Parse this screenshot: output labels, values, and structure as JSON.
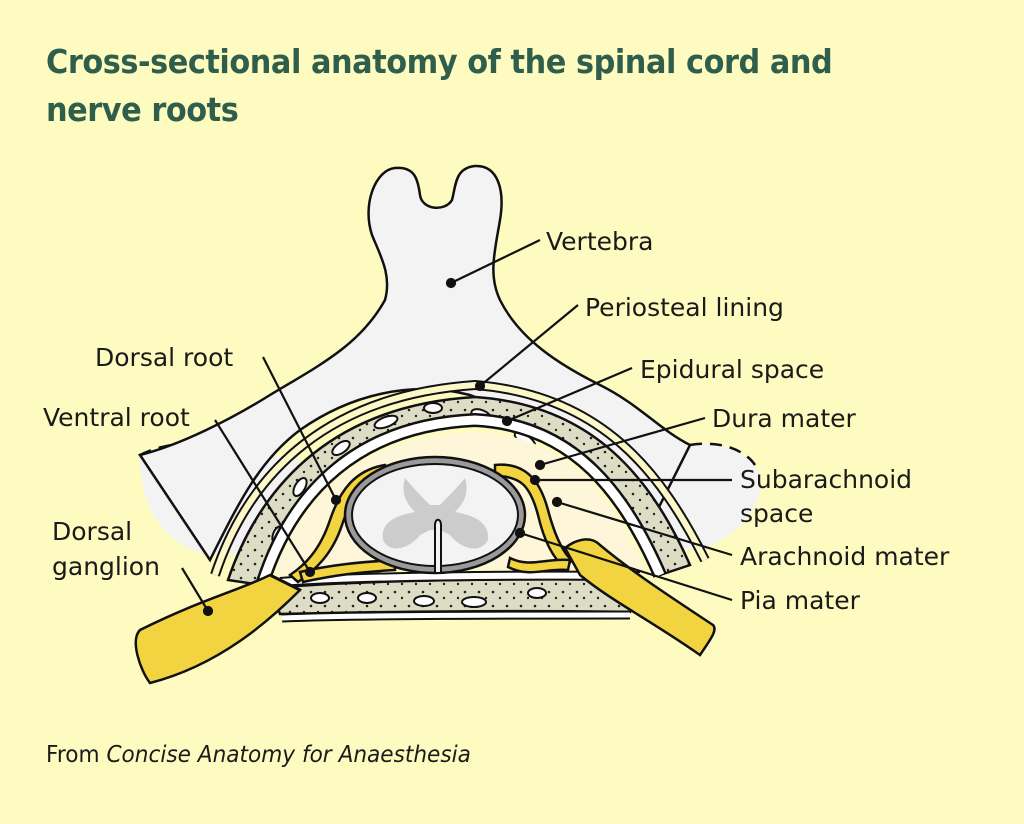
{
  "title": "Cross-sectional anatomy of the spinal cord and nerve roots",
  "caption": {
    "prefix": "From",
    "source": "Concise Anatomy for Anaesthesia"
  },
  "colors": {
    "background": "#fefbc0",
    "title": "#2f5e4c",
    "bone": "#f3f3f3",
    "epidural_fat": "#dddcc4",
    "nerve": "#f2d340",
    "grey_matter": "#cccccc",
    "pia": "#9a9a9a"
  },
  "labels": {
    "vertebra": "Vertebra",
    "periosteal_lining": "Periosteal lining",
    "epidural_space": "Epidural space",
    "dura_mater": "Dura mater",
    "subarachnoid_space_line1": "Subarachnoid",
    "subarachnoid_space_line2": "space",
    "arachnoid_mater": "Arachnoid mater",
    "pia_mater": "Pia mater",
    "dorsal_root": "Dorsal root",
    "ventral_root": "Ventral root",
    "dorsal_ganglion_line1": "Dorsal",
    "dorsal_ganglion_line2": "ganglion"
  }
}
